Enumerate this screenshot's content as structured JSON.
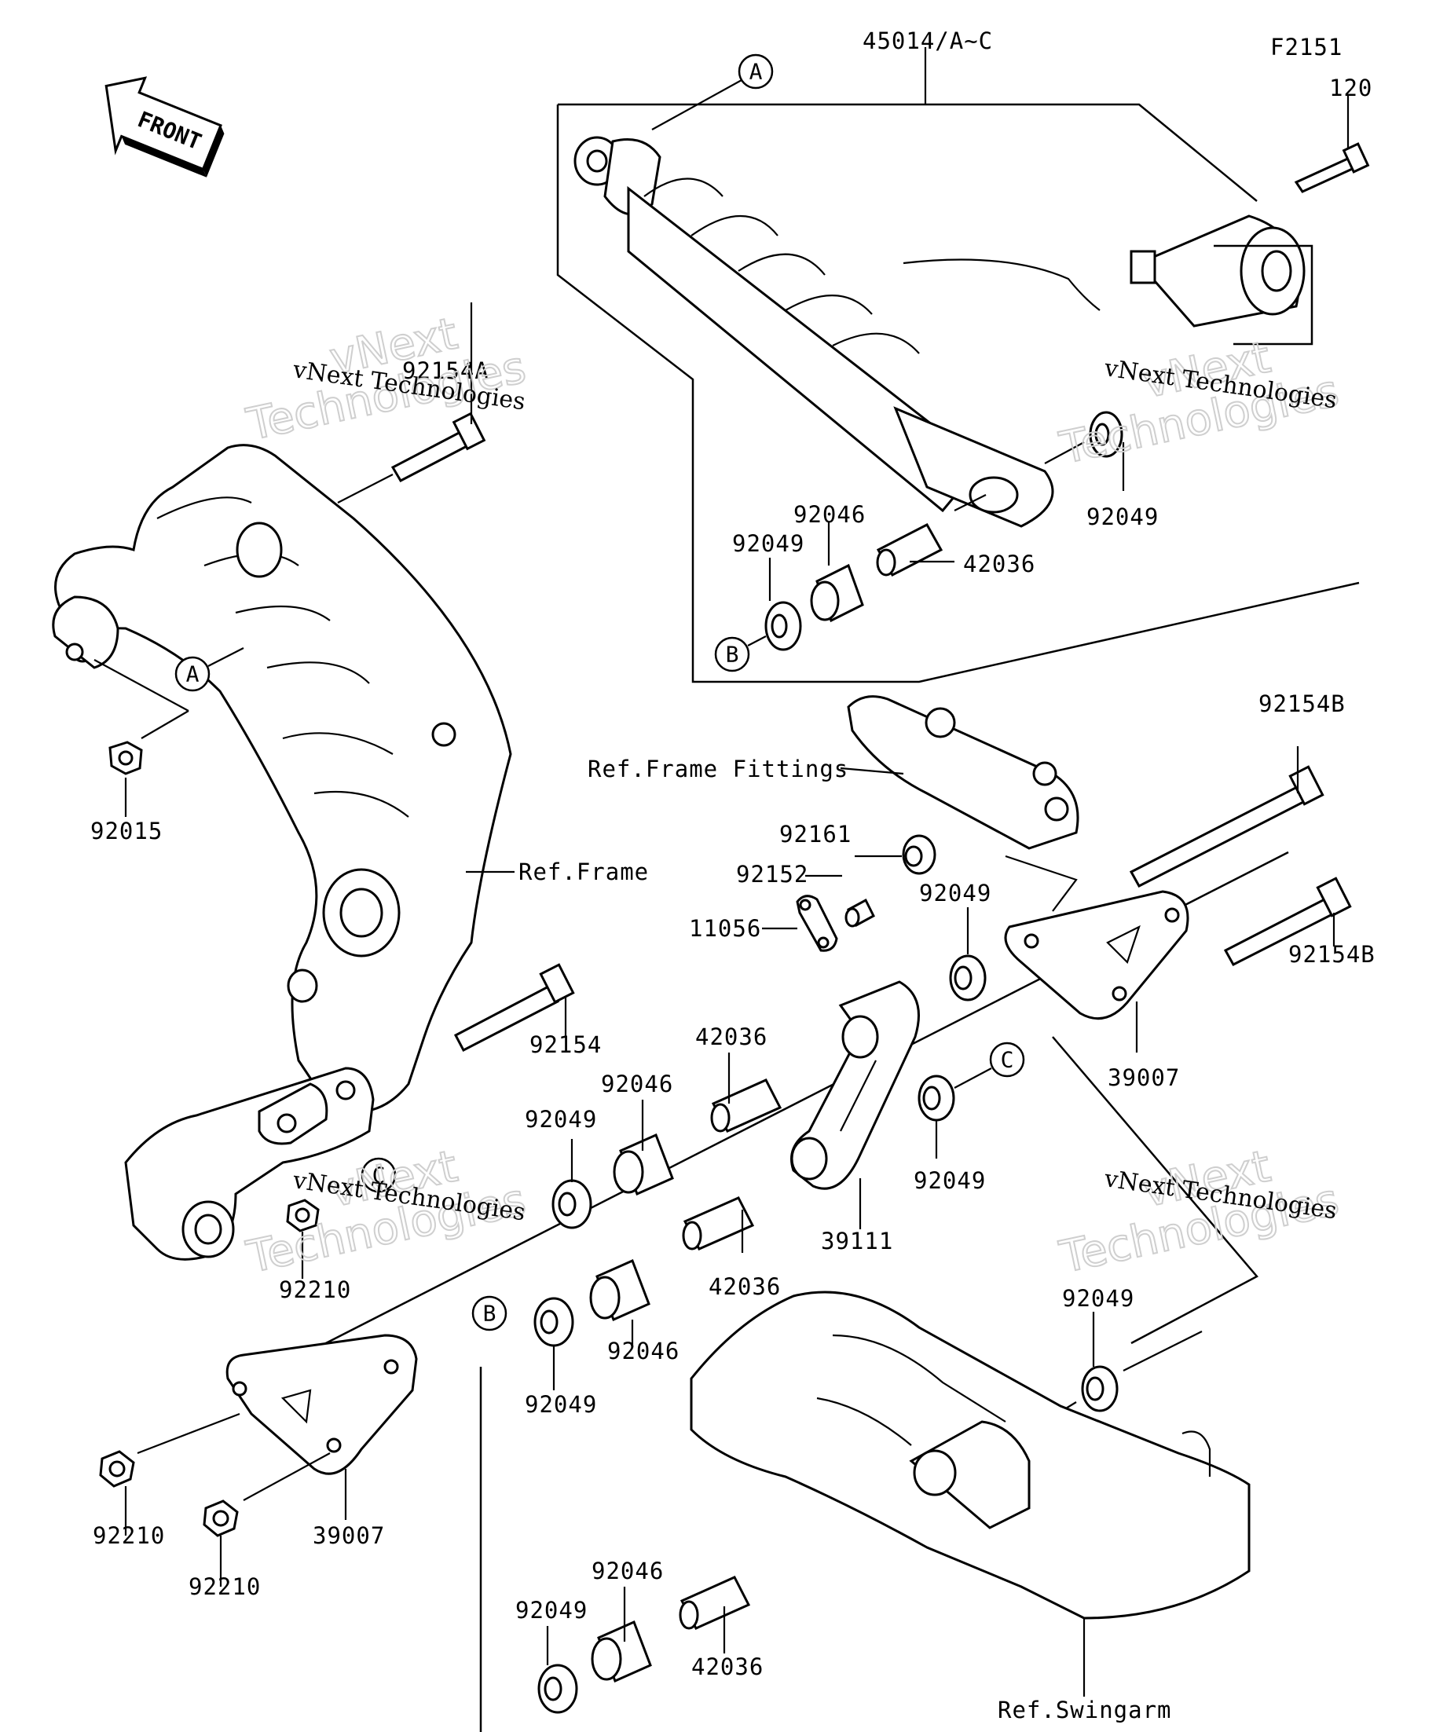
{
  "diagram_code": "F2151",
  "front_arrow": {
    "text": "FRONT",
    "icon": "front-direction-arrow-icon"
  },
  "callouts": {
    "a_top": "A",
    "a_frame": "A",
    "b_spring": "B",
    "b_lower": "B",
    "c_link": "C",
    "c_frame": "C"
  },
  "labels": {
    "shock_assembly": "45014/A~C",
    "bolt_top": "120",
    "bolt_92154a": "92154A",
    "nut_92015": "92015",
    "ref_frame": "Ref.Frame",
    "shock_92046": "92046",
    "shock_92049_left": "92049",
    "shock_92049_right": "92049",
    "shock_42036": "42036",
    "ref_frame_fittings": "Ref.Frame Fittings",
    "bolt_92154b_top": "92154B",
    "bolt_92154b_right": "92154B",
    "collar_92161": "92161",
    "collar_92152": "92152",
    "plate_11056": "11056",
    "seal_92049_mid": "92049",
    "bolt_92154": "92154",
    "plate_39007_right": "39007",
    "sleeve_42036_mid": "42036",
    "bearing_92046_mid": "92046",
    "seal_92049_left_mid": "92049",
    "seal_92049_link": "92049",
    "nut_92210_upper": "92210",
    "rod_39111": "39111",
    "sleeve_42036_low": "42036",
    "bearing_92046_low": "92046",
    "seal_92049_low": "92049",
    "seal_92049_swingarm": "92049",
    "nut_92210_left": "92210",
    "nut_92210_bottom": "92210",
    "plate_39007_left": "39007",
    "bearing_92046_bottom": "92046",
    "seal_92049_bottom": "92049",
    "sleeve_42036_bottom": "42036",
    "ref_swingarm": "Ref.Swingarm"
  },
  "watermarks": [
    {
      "line1": "vNext",
      "line2": "Technologies",
      "caption": "vNext Technologies"
    },
    {
      "line1": "vNext",
      "line2": "Technologies",
      "caption": "vNext Technologies"
    },
    {
      "line1": "vNext",
      "line2": "Technologies",
      "caption": "vNext Technologies"
    },
    {
      "line1": "vNext",
      "line2": "Technologies",
      "caption": "vNext Technologies"
    }
  ]
}
